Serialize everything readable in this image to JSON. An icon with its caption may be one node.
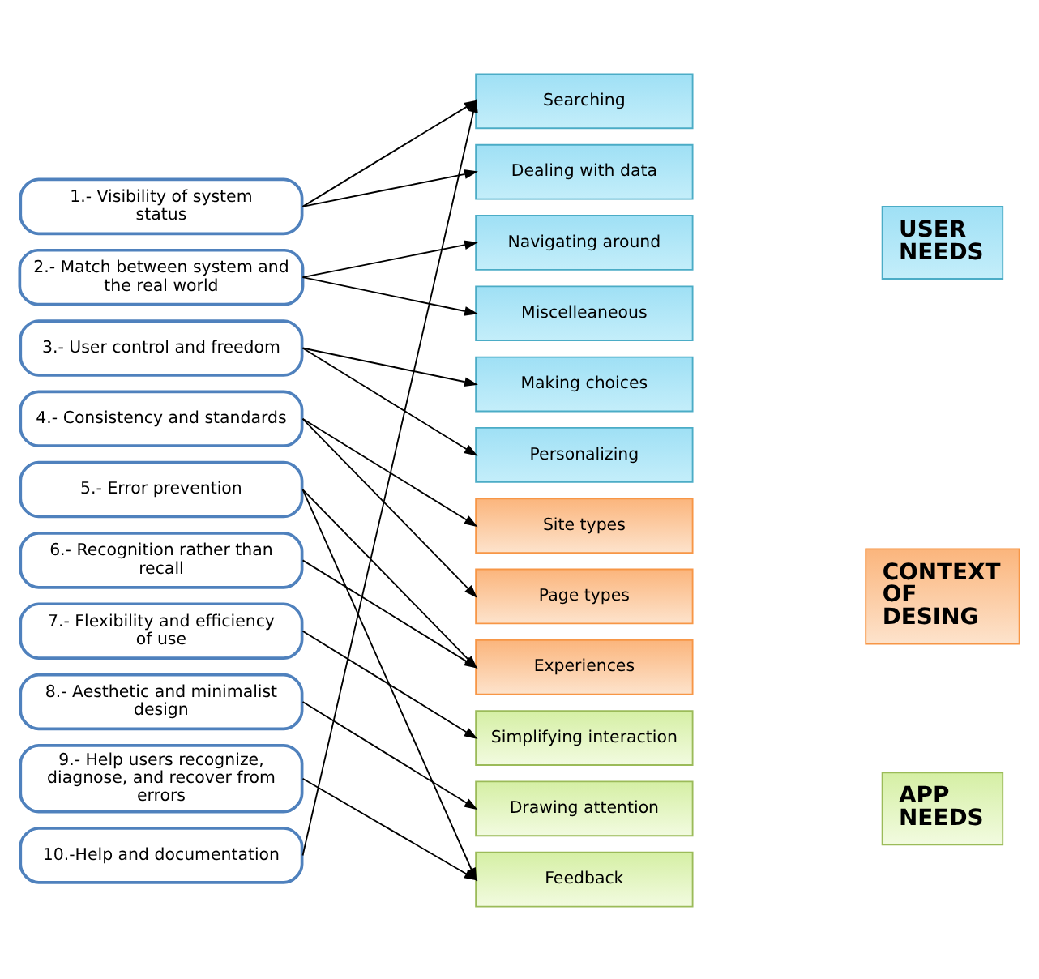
{
  "diagram": {
    "nodes": [
      {
        "text": [
          "1.- Visibility of system status"
        ]
      },
      {
        "text": [
          "2.- Match between system and the real world"
        ]
      },
      {
        "text": [
          "3.- User control and freedom"
        ]
      },
      {
        "text": [
          "4.- Consistency and standards"
        ]
      },
      {
        "text": [
          "5.- Error prevention"
        ]
      },
      {
        "text": [
          "6.- Recognition rather than recall"
        ]
      },
      {
        "text": [
          "7.- Flexibility and efficiency of use"
        ]
      },
      {
        "text": [
          "8.- Aesthetic and minimalist design"
        ]
      },
      {
        "text": [
          "9.- Help users recognize, diagnose, and recover from errors"
        ]
      },
      {
        "text": [
          "10.-Help and documentation"
        ]
      },
      {
        "text": [
          "Searching"
        ]
      },
      {
        "text": [
          "Dealing with data"
        ]
      },
      {
        "text": [
          "Navigating around"
        ]
      },
      {
        "text": [
          "Miscelleaneous"
        ]
      },
      {
        "text": [
          "Making choices"
        ]
      },
      {
        "text": [
          "Personalizing"
        ]
      },
      {
        "text": [
          "Site types"
        ]
      },
      {
        "text": [
          "Page types"
        ]
      },
      {
        "text": [
          "Experiences"
        ]
      },
      {
        "text": [
          "Simplifying interaction"
        ]
      },
      {
        "text": [
          "Drawing attention"
        ]
      },
      {
        "text": [
          "Feedback"
        ]
      },
      {
        "text": [
          "USER NEEDS"
        ]
      },
      {
        "text": [
          "CONTEXT OF DESING"
        ]
      },
      {
        "text": [
          "APP NEEDS"
        ]
      }
    ],
    "edges": [
      {
        "from": 0,
        "to": 10,
        "arrow": "to"
      },
      {
        "from": 0,
        "to": 11,
        "arrow": "to"
      },
      {
        "from": 1,
        "to": 12,
        "arrow": "to"
      },
      {
        "from": 1,
        "to": 13,
        "arrow": "to"
      },
      {
        "from": 2,
        "to": 14,
        "arrow": "to"
      },
      {
        "from": 2,
        "to": 15,
        "arrow": "to"
      },
      {
        "from": 3,
        "to": 16,
        "arrow": "to"
      },
      {
        "from": 3,
        "to": 17,
        "arrow": "to"
      },
      {
        "from": 4,
        "to": 18,
        "arrow": "to"
      },
      {
        "from": 4,
        "to": 21,
        "arrow": "to"
      },
      {
        "from": 5,
        "to": 18,
        "arrow": "to"
      },
      {
        "from": 6,
        "to": 19,
        "arrow": "to"
      },
      {
        "from": 7,
        "to": 20,
        "arrow": "to"
      },
      {
        "from": 8,
        "to": 21,
        "arrow": "to"
      },
      {
        "from": 9,
        "to": 10,
        "arrow": "to"
      }
    ]
  }
}
